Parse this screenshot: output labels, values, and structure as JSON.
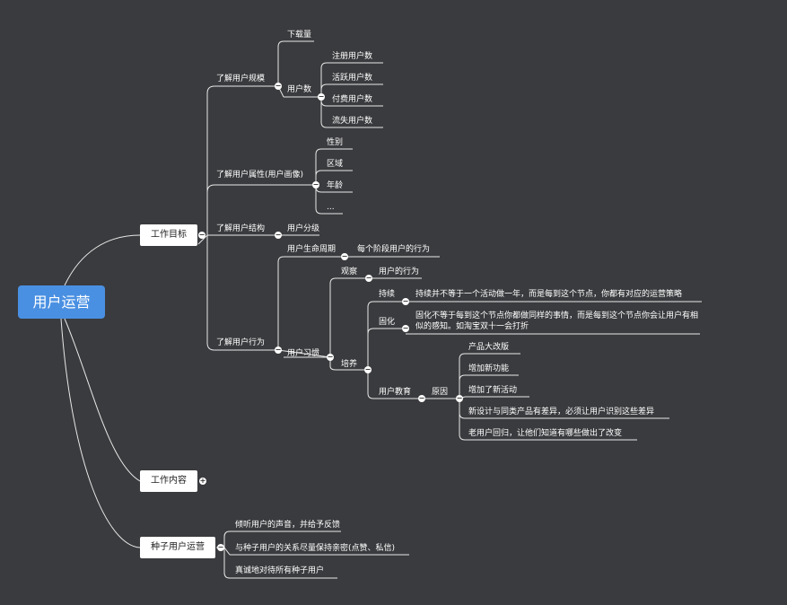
{
  "root": "用户运营",
  "branches": {
    "goal": {
      "label": "工作目标",
      "scale": {
        "label": "了解用户规模",
        "downloads": "下载量",
        "users": {
          "label": "用户数",
          "items": [
            "注册用户数",
            "活跃用户数",
            "付费用户数",
            "流失用户数"
          ]
        }
      },
      "attributes": {
        "label": "了解用户属性(用户画像)",
        "items": [
          "性别",
          "区域",
          "年龄",
          "..."
        ]
      },
      "structure": {
        "label": "了解用户结构",
        "child": "用户分级"
      },
      "behavior": {
        "label": "了解用户行为",
        "lifecycle": {
          "label": "用户生命周期",
          "child": "每个阶段用户的行为"
        },
        "habits": {
          "label": "用户习惯",
          "observe": {
            "label": "观察",
            "child": "用户的行为"
          },
          "cultivate": {
            "label": "培养",
            "persist": {
              "label": "持续",
              "text": "持续并不等于一个活动做一年，而是每到这个节点，你都有对应的运营策略"
            },
            "solidify": {
              "label": "固化",
              "text": "固化不等于每到这个节点你都做同样的事情，而是每到这个节点你会让用户有相似的感知。如淘宝双十一会打折"
            },
            "education": {
              "label": "用户教育",
              "reason": {
                "label": "原因",
                "items": [
                  "产品大改版",
                  "增加新功能",
                  "增加了新活动",
                  "新设计与同类产品有差异，必须让用户识别这些差异",
                  "老用户回归，让他们知道有哪些做出了改变"
                ]
              }
            }
          }
        }
      }
    },
    "content": {
      "label": "工作内容"
    },
    "seed": {
      "label": "种子用户运营",
      "items": [
        "倾听用户的声音，并给予反馈",
        "与种子用户的关系尽量保持亲密(点赞、私信)",
        "真诚地对待所有种子用户"
      ]
    }
  },
  "colors": {
    "background": "#3a3b3e",
    "root": "#4a90e2",
    "line": "#ffffff"
  },
  "icons": {
    "collapse": "minus-toggle-icon",
    "expand": "plus-toggle-icon"
  }
}
